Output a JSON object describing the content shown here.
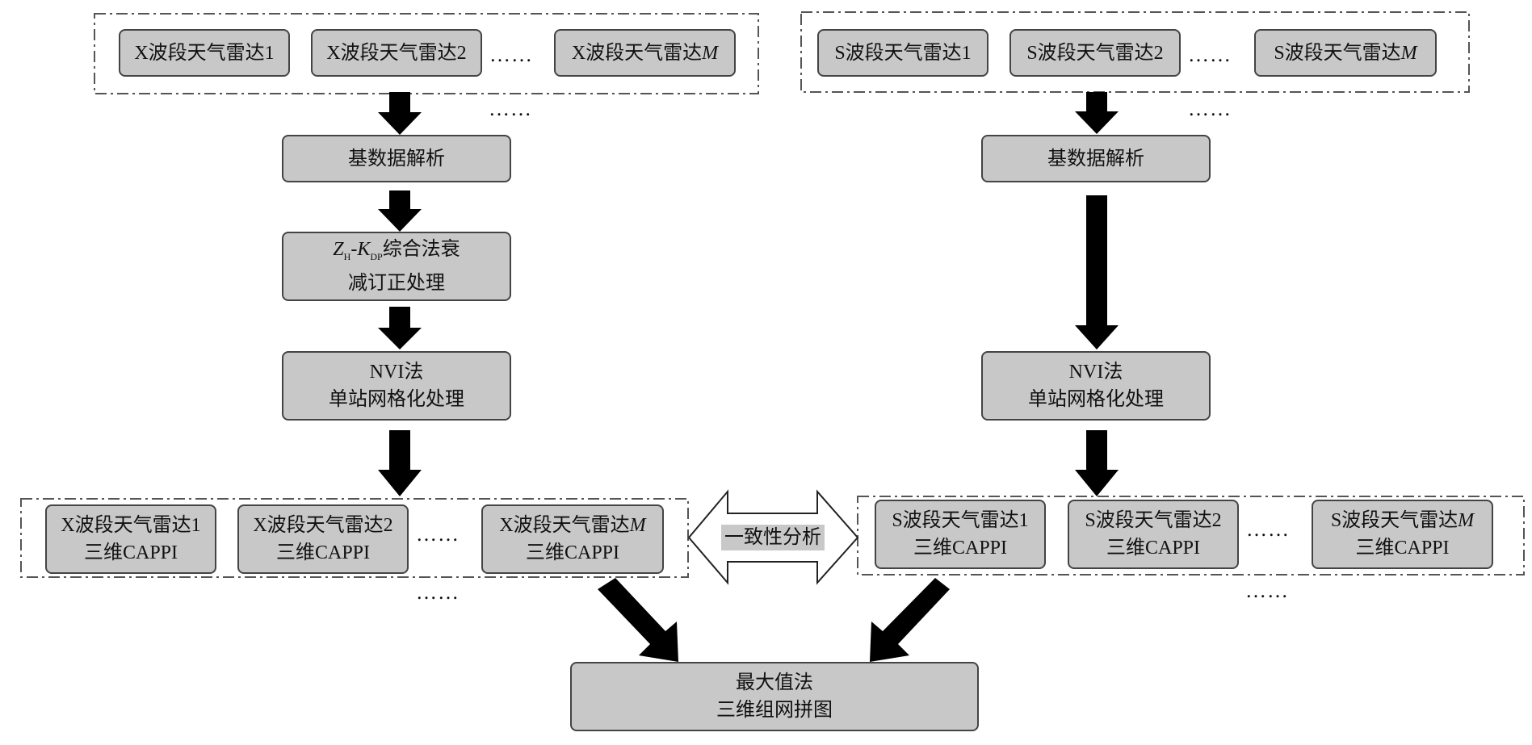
{
  "left_column": {
    "radars": [
      "X波段天气雷达1",
      "X波段天气雷达2",
      "X波段天气雷达M"
    ],
    "dots": "……",
    "decode": "基数据解析",
    "attenuation": {
      "z_symbol": "Z",
      "z_sub": "H",
      "dash": "-",
      "k_symbol": "K",
      "k_sub": "DP",
      "line1_suffix": "综合法衰",
      "line2": "减订正处理"
    },
    "grid": {
      "line1": "NVI法",
      "line2": "单站网格化处理"
    },
    "cappi": [
      {
        "line1": "X波段天气雷达1",
        "line2": "三维CAPPI"
      },
      {
        "line1": "X波段天气雷达2",
        "line2": "三维CAPPI"
      },
      {
        "line1": "X波段天气雷达M",
        "line2": "三维CAPPI"
      }
    ]
  },
  "right_column": {
    "radars": [
      "S波段天气雷达1",
      "S波段天气雷达2",
      "S波段天气雷达M"
    ],
    "dots": "……",
    "decode": "基数据解析",
    "grid": {
      "line1": "NVI法",
      "line2": "单站网格化处理"
    },
    "cappi": [
      {
        "line1": "S波段天气雷达1",
        "line2": "三维CAPPI"
      },
      {
        "line1": "S波段天气雷达2",
        "line2": "三维CAPPI"
      },
      {
        "line1": "S波段天气雷达M",
        "line2": "三维CAPPI"
      }
    ]
  },
  "consistency": "一致性分析",
  "mosaic": {
    "line1": "最大值法",
    "line2": "三维组网拼图"
  }
}
